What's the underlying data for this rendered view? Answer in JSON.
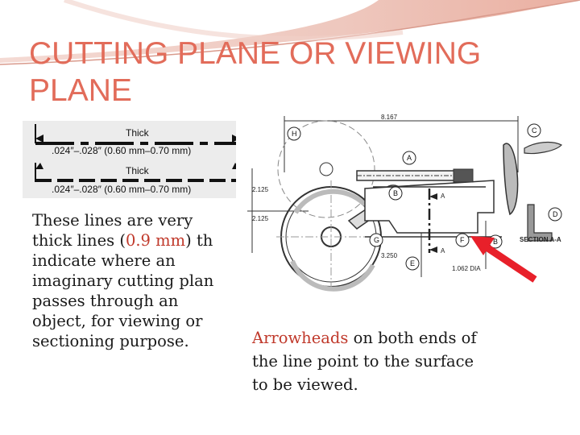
{
  "slide": {
    "title": "CUTTING PLANE OR VIEWING PLANE"
  },
  "line_examples": [
    {
      "label": "Thick",
      "dims": ".024″–.028″ (0.60 mm–0.70 mm)"
    },
    {
      "label": "Thick",
      "dims": ".024″–.028″ (0.60 mm–0.70 mm)"
    }
  ],
  "body_text": {
    "lines": [
      "These lines are very",
      "thick lines (",
      "0.9 mm",
      ") th",
      "indicate where an",
      "imaginary cutting plan",
      "passes through an",
      "object, for viewing or",
      "sectioning purpose."
    ]
  },
  "caption": {
    "highlight": "Arrowheads",
    "rest_line1": " on both ends of",
    "line2": "the line point to the surface",
    "line3": "to be viewed."
  },
  "drawing": {
    "dim_top": "8.167",
    "dim_left_1": "2.125",
    "dim_left_2": "2.125",
    "dim_bottom": "3.250",
    "dim_dia": "1.062 DIA",
    "section_label": "SECTION A-A",
    "cut_label": "A",
    "callouts": [
      "H",
      "A",
      "C",
      "B",
      "G",
      "F",
      "B",
      "E",
      "D"
    ]
  },
  "colors": {
    "title": "#e26c5a",
    "highlight": "#c0392b",
    "arrow": "#e8202a"
  }
}
